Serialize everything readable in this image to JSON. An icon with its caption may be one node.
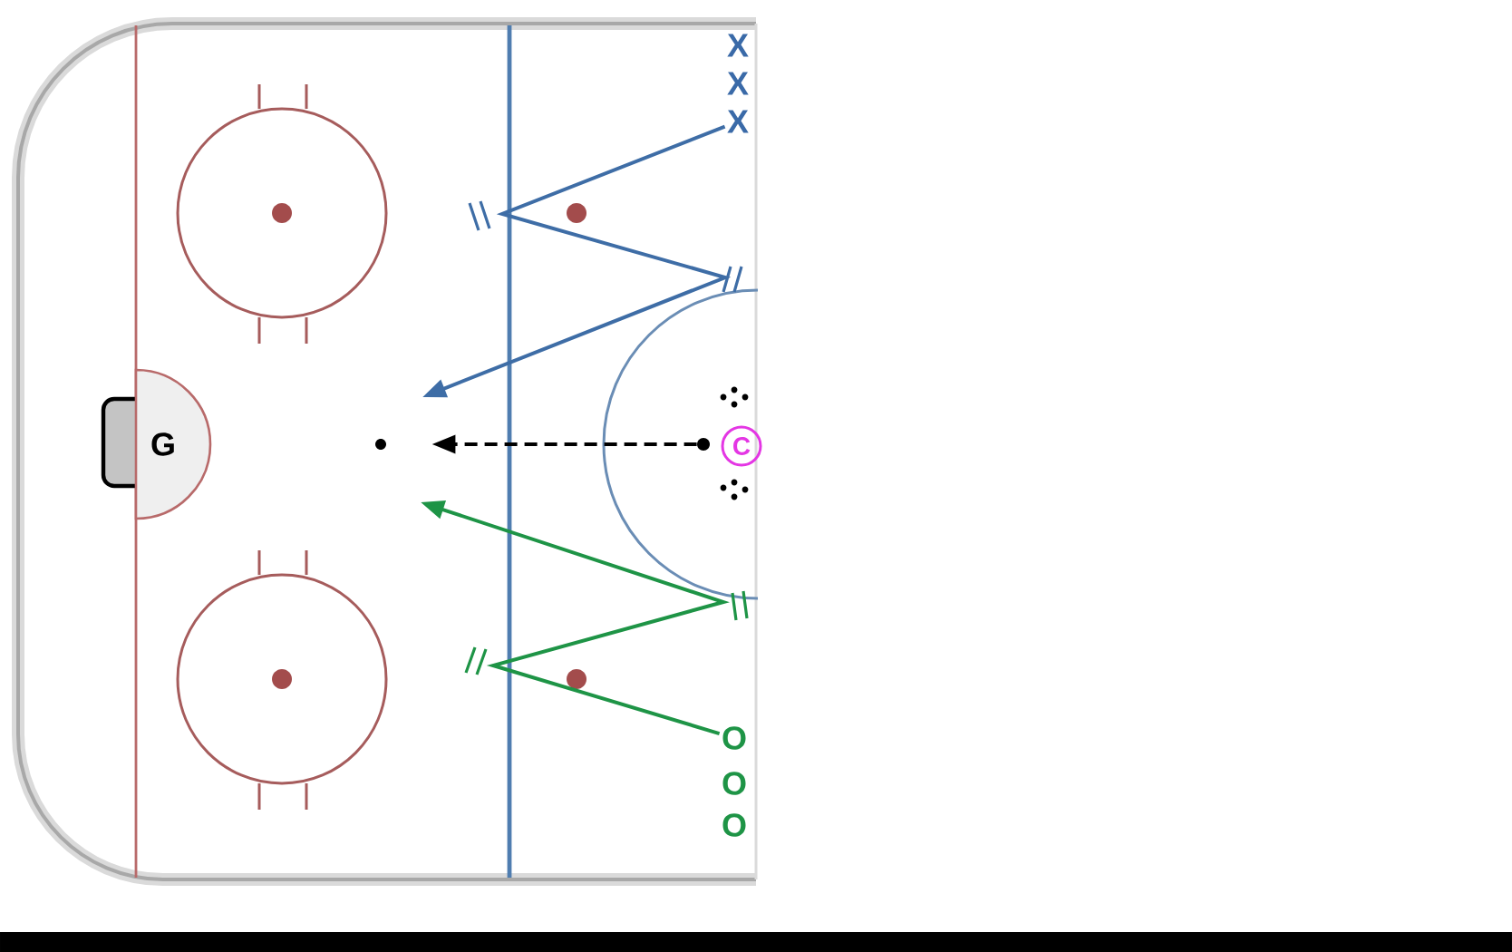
{
  "diagram": {
    "nodes": [
      {
        "text": [
          "X"
        ]
      },
      {
        "text": [
          "X"
        ]
      },
      {
        "text": [
          "X"
        ]
      },
      {
        "text": [
          "G"
        ]
      },
      {
        "text": [],
        "shape": "circle"
      },
      {
        "text": [],
        "shape": "circle"
      },
      {
        "text": [
          "C"
        ]
      },
      {
        "text": [
          "O"
        ]
      },
      {
        "text": [
          "O"
        ]
      },
      {
        "text": [
          "O"
        ]
      }
    ],
    "edges": [
      {
        "from": 2,
        "to": null,
        "arrow": "to",
        "color": "#3e6da6"
      },
      {
        "from": 5,
        "to": 4,
        "arrow": "to",
        "style": "dashed",
        "color": "#000000"
      },
      {
        "from": 7,
        "to": null,
        "arrow": "to",
        "color": "#1e9446"
      }
    ]
  }
}
